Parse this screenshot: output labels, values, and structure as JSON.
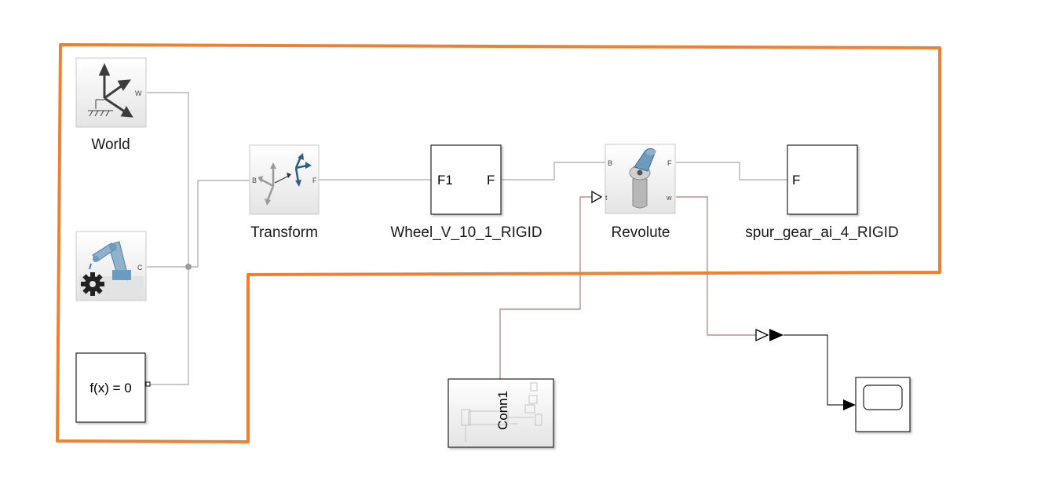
{
  "diagram": {
    "blocks": {
      "world": {
        "label": "World",
        "port_out": "W"
      },
      "solver": {
        "port_out": "C"
      },
      "fx": {
        "text": "f(x) = 0"
      },
      "transform": {
        "label": "Transform",
        "port_in": "B",
        "port_out": "F"
      },
      "wheel": {
        "label": "Wheel_V_10_1_RIGID",
        "inner_left": "F1",
        "inner_right": "F"
      },
      "revolute": {
        "label": "Revolute",
        "port_b": "B",
        "port_t": "t",
        "port_f": "F",
        "port_w": "w"
      },
      "spur": {
        "label": "spur_gear_ai_4_RIGID",
        "inner": "F"
      },
      "conn1": {
        "text": "Conn1"
      }
    },
    "colors": {
      "highlight": "#F08030",
      "physical_line": "#a8a8a8",
      "signal_line": "#b07a7a",
      "block_border": "#202020",
      "mech_icon": "#4a7fa5"
    }
  }
}
